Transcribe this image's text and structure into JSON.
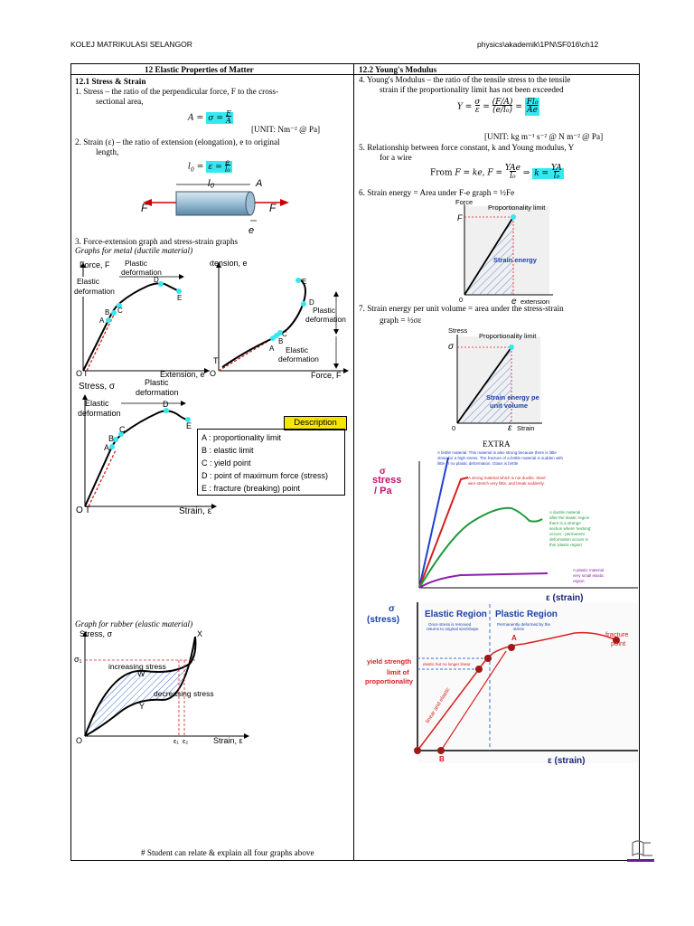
{
  "header": {
    "left": "KOLEJ MATRIKULASI SELANGOR",
    "right": "physics\\akademik\\1PN\\SF016\\ch12"
  },
  "left": {
    "title": "12      Elastic Properties of Matter",
    "s1": "12.1  Stress & Strain",
    "item1a": "1.      Stress – the ratio of the perpendicular force, F to the cross-",
    "item1b": "sectional area,",
    "eq1": "A = σ = F/A",
    "unit1": "[UNIT: Nm⁻² @ Pa]",
    "item2a": "2.      Strain (ε) – the ratio of extension (elongation), e to original",
    "item2b": "length,",
    "eq2": "l₀ = ε = e/l₀",
    "item3": "3.      Force-extension graph and stress-strain graphs",
    "item3b": "Graphs for metal (ductile material)",
    "rubber": "Graph for rubber (elastic material)",
    "footer": "# Student can relate & explain all four graphs above"
  },
  "right": {
    "s2": "12.2  Young's Modulus",
    "item4a": "4.      Young's Modulus – the ratio of the tensile stress to the tensile",
    "item4b": "strain if the proportionality limit has not been exceeded",
    "eq4": "Y = σ/ε = (F/A)/(e/l₀) = Fl₀/Ae",
    "unit4": "[UNIT: kg m⁻¹ s⁻² @ N m⁻² @ Pa]",
    "item5a": "5.      Relationship between force constant, k and Young modulus, Y",
    "item5b": "for a wire",
    "eq5": "From F = ke, F = YAe/l₀ ⇒ k = YA/l₀",
    "item6": "6.      Strain energy = Area under F-e graph = ½Fe",
    "item7a": "7.      Strain energy per unit volume = area under the stress-strain",
    "item7b": "graph = ½σε",
    "extra": "EXTRA"
  },
  "g_force": {
    "y": "Force, F",
    "x": "Extension, e",
    "plastic": "Plastic deformation",
    "elastic": "Elastic deformation",
    "pts": [
      "A",
      "B",
      "C",
      "D",
      "E"
    ],
    "origin": "O",
    "t": "T"
  },
  "g_ext": {
    "y": "Extension, e",
    "x": "Force, F",
    "plastic": "Plastic deformation",
    "elastic": "Elastic deformation",
    "pts": [
      "A",
      "B",
      "C",
      "D",
      "E"
    ],
    "origin": "O",
    "t": "T"
  },
  "g_stress": {
    "y": "Stress, σ",
    "x": "Strain, ε",
    "plastic": "Plastic deformation",
    "elastic": "Elastic deformation",
    "pts": [
      "A",
      "B",
      "C",
      "D",
      "E"
    ],
    "origin": "O",
    "t": "T"
  },
  "description": {
    "title": "Description",
    "items": [
      "A : proportionality limit",
      "B : elastic limit",
      "C : yield point",
      "D : point of maximum force (stress)",
      "E : fracture (breaking) point"
    ]
  },
  "g_rubber": {
    "y": "Stress, σ",
    "x": "Strain, ε",
    "inc": "increasing stress",
    "dec": "decreasing stress",
    "X": "X",
    "W": "W",
    "Y": "Y",
    "O": "O",
    "s1": "σ₁",
    "e1": "ε₁",
    "e2": "ε₂"
  },
  "g_fe": {
    "y": "Force",
    "F": "F",
    "prop": "Proportionality limit",
    "energy": "Strain energy",
    "e": "e",
    "x": "extension",
    "o": "0"
  },
  "g_se": {
    "y": "Stress",
    "s": "σ",
    "prop": "Proportionality limit",
    "energy1": "Strain energy pe",
    "energy2": "unit volume",
    "e": "ε",
    "x": "Strain",
    "o": "0"
  },
  "g_extra": {
    "y1": "σ",
    "y2": "stress",
    "y3": "/ Pa",
    "x": "ε (strain)",
    "brittle": "A brittle material: This material is also strong because there is little strain for a high stress. The fracture of a brittle material is sudden with little or no plastic deformation. Glass is brittle",
    "strong": "A strong material which is not ductile. Steel wire stretch very little, and break suddenly.",
    "ductile": "A ductile material - after the elastic region there is a strange section where 'necking' occurs - permanent deformation occurs in this 'plastic region'",
    "plastic": "A plastic material - very small elastic region."
  },
  "g_regions": {
    "y1": "σ",
    "y2": "(stress)",
    "elastic": "Elastic Region",
    "plastic": "Plastic Region",
    "elastic_note": "Once stress is removed returns to original size/shape",
    "plastic_note": "Permanently deformed by the stress",
    "yield": "yield strength",
    "limit1": "limit of",
    "limit2": "proportionality",
    "elastic_limit": "elastic but no longer linear",
    "linear": "linear and elastic",
    "A": "A",
    "B": "B",
    "fracture1": "fracture",
    "fracture2": "point",
    "x": "ε (strain)"
  },
  "colors": {
    "cyan": "#35e8f0",
    "blue": "#3a6fd8",
    "red": "#d62020",
    "navy": "#1a237e",
    "dark_red": "#a01818"
  }
}
